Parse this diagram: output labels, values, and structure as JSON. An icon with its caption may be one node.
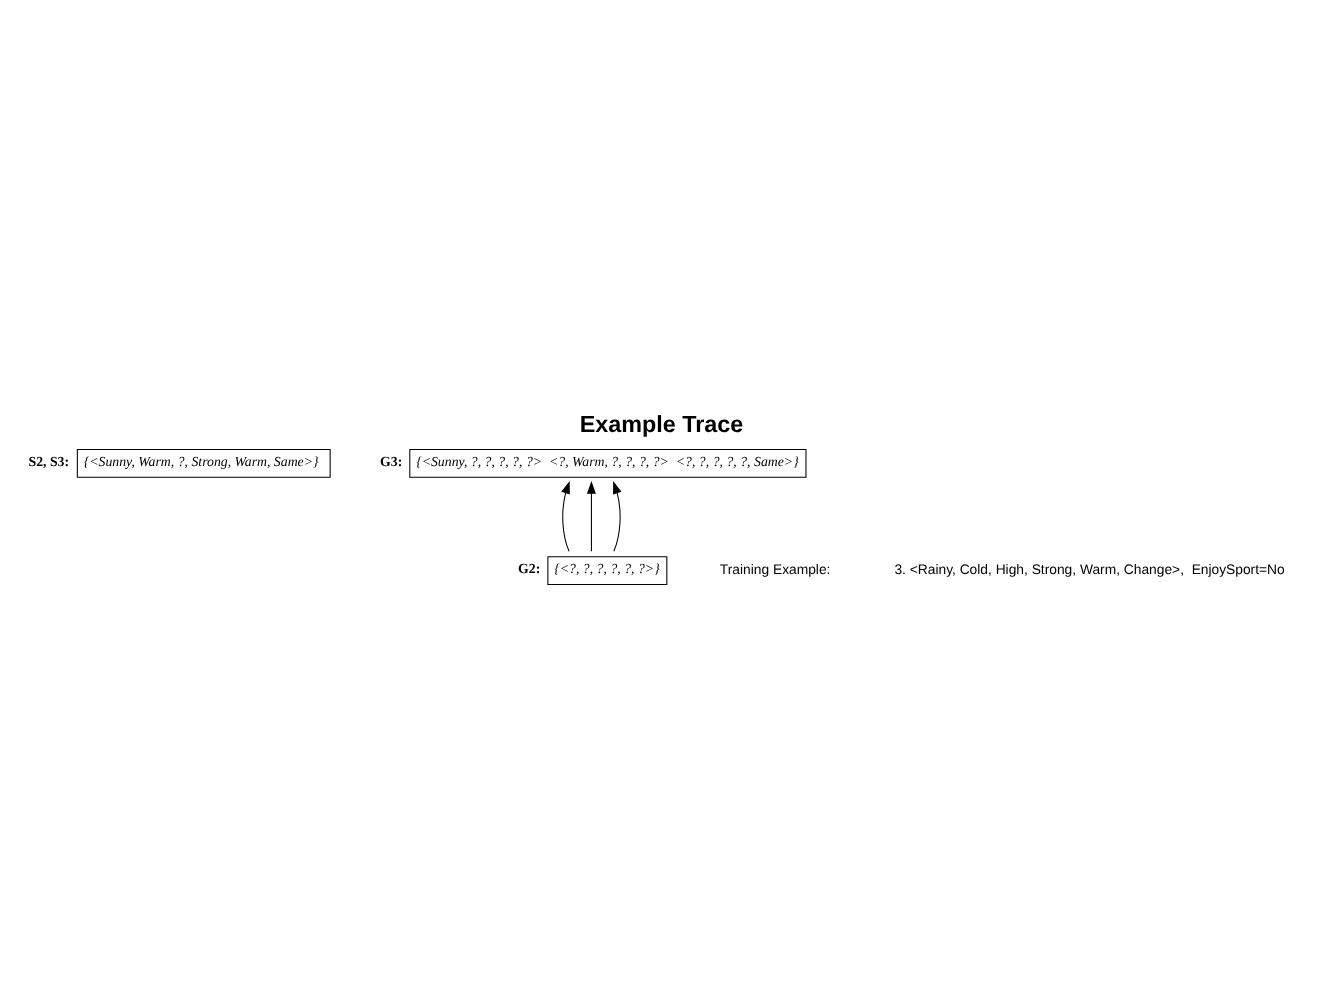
{
  "diagram": {
    "title": "Example Trace",
    "nodes": [
      {
        "text": [
          "{<Sunny, Warm, ?, Strong, Warm, Same>}"
        ],
        "beside": [
          "S2, S3:"
        ]
      },
      {
        "text": [
          "{<Sunny, ?, ?, ?, ?, ?>  <?, Warm, ?, ?, ?, ?>  <?, ?, ?, ?, ?, Same>}"
        ],
        "beside": [
          "G3:"
        ]
      },
      {
        "text": [
          "{<?, ?, ?, ?, ?, ?>}"
        ],
        "beside": [
          "G2:"
        ]
      }
    ],
    "edges": [
      {
        "from": 2,
        "to": 1,
        "arrow": "to"
      },
      {
        "from": 2,
        "to": 1,
        "arrow": "to"
      },
      {
        "from": 2,
        "to": 1,
        "arrow": "to"
      }
    ],
    "labels": [
      "Training Example:",
      "3. <Rainy, Cold, High, Strong, Warm, Change>,  EnjoySport=No"
    ]
  }
}
